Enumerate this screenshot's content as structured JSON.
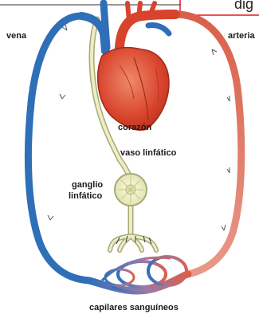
{
  "labels": {
    "top_cut": "dig",
    "vein": "vena",
    "artery": "arteria",
    "heart": "corazón",
    "lymph_vessel": "vaso linfático",
    "lymph_node_line1": "ganglio",
    "lymph_node_line2": "linfático",
    "capillaries": "capilares sanguíneos"
  },
  "colors": {
    "vein_blue": "#2f6fb8",
    "artery_red": "#d9604a",
    "heart_red": "#d8432c",
    "lymph_cream": "#eceec4",
    "lymph_outline": "#a8a878",
    "box_red": "#e01818"
  }
}
